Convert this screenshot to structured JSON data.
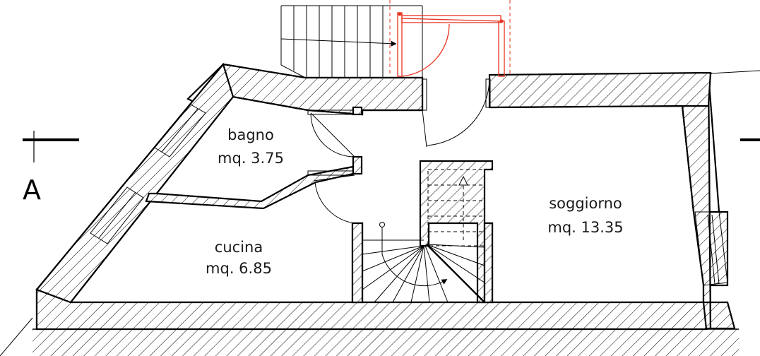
{
  "rooms": {
    "bagno": {
      "name": "bagno",
      "area": "mq. 3.75"
    },
    "cucina": {
      "name": "cucina",
      "area": "mq. 6.85"
    },
    "soggiorno": {
      "name": "soggiorno",
      "area": "mq. 13.35"
    }
  },
  "section_marker": {
    "label": "A"
  },
  "colors": {
    "walls": "#000000",
    "new_elements": "#e8311f",
    "background": "#ffffff"
  }
}
